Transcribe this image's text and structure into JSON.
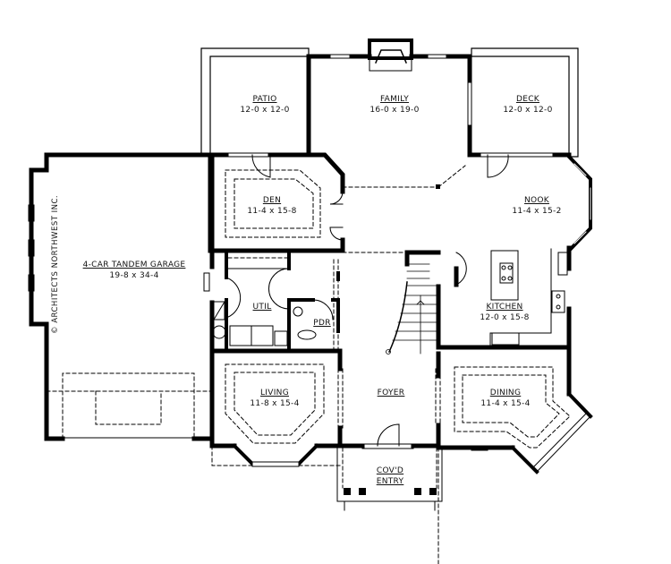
{
  "plan": {
    "watermark": "ARCHITECTS NORTHWEST INC.",
    "copyright_symbol": "©",
    "stroke_color": "#000000",
    "background": "#ffffff",
    "rooms": [
      {
        "id": "patio",
        "name": "PATIO",
        "dim": "12-0 x 12-0"
      },
      {
        "id": "family",
        "name": "FAMILY",
        "dim": "16-0 x 19-0"
      },
      {
        "id": "deck",
        "name": "DECK",
        "dim": "12-0 x 12-0"
      },
      {
        "id": "den",
        "name": "DEN",
        "dim": "11-4 x 15-8"
      },
      {
        "id": "nook",
        "name": "NOOK",
        "dim": "11-4 x 15-2"
      },
      {
        "id": "garage",
        "name": "4-CAR TANDEM GARAGE",
        "dim": "19-8 x 34-4"
      },
      {
        "id": "util",
        "name": "UTIL",
        "dim": ""
      },
      {
        "id": "pdr",
        "name": "PDR",
        "dim": ""
      },
      {
        "id": "kitchen",
        "name": "KITCHEN",
        "dim": "12-0 x 15-8"
      },
      {
        "id": "living",
        "name": "LIVING",
        "dim": "11-8 x 15-4"
      },
      {
        "id": "foyer",
        "name": "FOYER",
        "dim": ""
      },
      {
        "id": "dining",
        "name": "DINING",
        "dim": "11-4 x 15-4"
      },
      {
        "id": "entry",
        "name": "COV'D",
        "dim": "ENTRY"
      }
    ]
  }
}
